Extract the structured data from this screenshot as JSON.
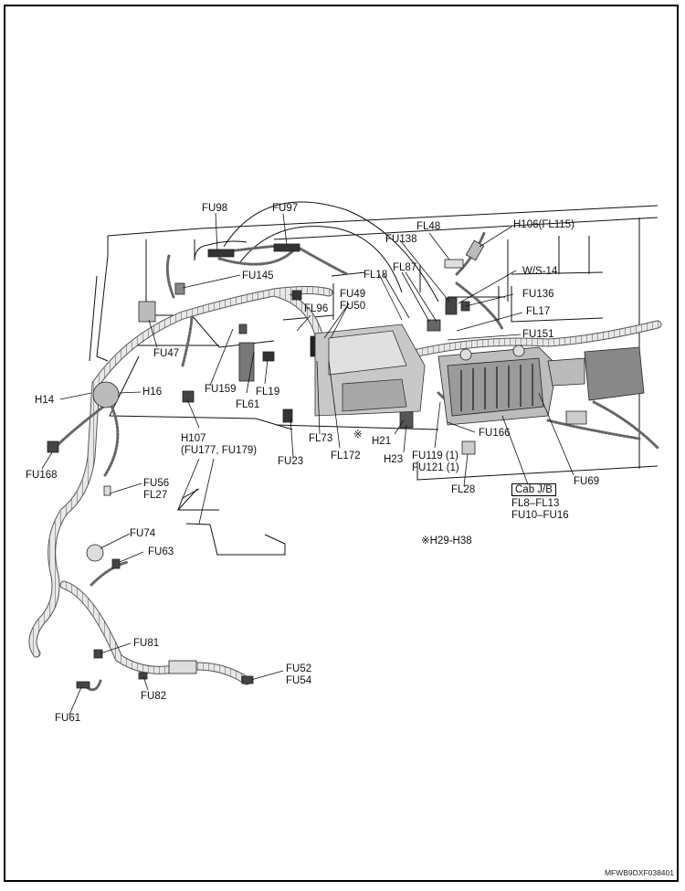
{
  "figure_id": "MFWB9DXF038401",
  "note": "※H29-H38",
  "note_marker": "※",
  "cab_jb": {
    "title": "Cab J/B",
    "lines": [
      "FL8–FL13",
      "FU10–FU16"
    ]
  },
  "labels": {
    "FU98": "FU98",
    "FU97": "FU97",
    "FL48": "FL48",
    "H106": "H106(FL115)",
    "FU138": "FU138",
    "FL87": "FL87",
    "FL18": "FL18",
    "WS14": "W/S-14",
    "FU145": "FU145",
    "FU136": "FU136",
    "FU49": "FU49",
    "FU50": "FU50",
    "FL17": "FL17",
    "FL96": "FL96",
    "FU151": "FU151",
    "FU47": "FU47",
    "H14": "H14",
    "H16": "H16",
    "FU159": "FU159",
    "FL19": "FL19",
    "FL61": "FL61",
    "H107": "H107",
    "H107_sub": "(FU177, FU179)",
    "FL73": "FL73",
    "FL172": "FL172",
    "H21": "H21",
    "H23": "H23",
    "FU166": "FU166",
    "FU119": "FU119 (1)",
    "FU121": "FU121 (1)",
    "FU23": "FU23",
    "FU69": "FU69",
    "FL28": "FL28",
    "FU168": "FU168",
    "FU56": "FU56",
    "FL27": "FL27",
    "FU74": "FU74",
    "FU63": "FU63",
    "FU81": "FU81",
    "FU52": "FU52",
    "FU54": "FU54",
    "FU82": "FU82",
    "FU61": "FU61"
  },
  "colors": {
    "line": "#111111",
    "harness_fill": "#e6e6e6",
    "harness_stroke": "#555555",
    "component_dark": "#333333",
    "component_mid": "#9a9a9a",
    "component_light": "#d4d4d4"
  }
}
